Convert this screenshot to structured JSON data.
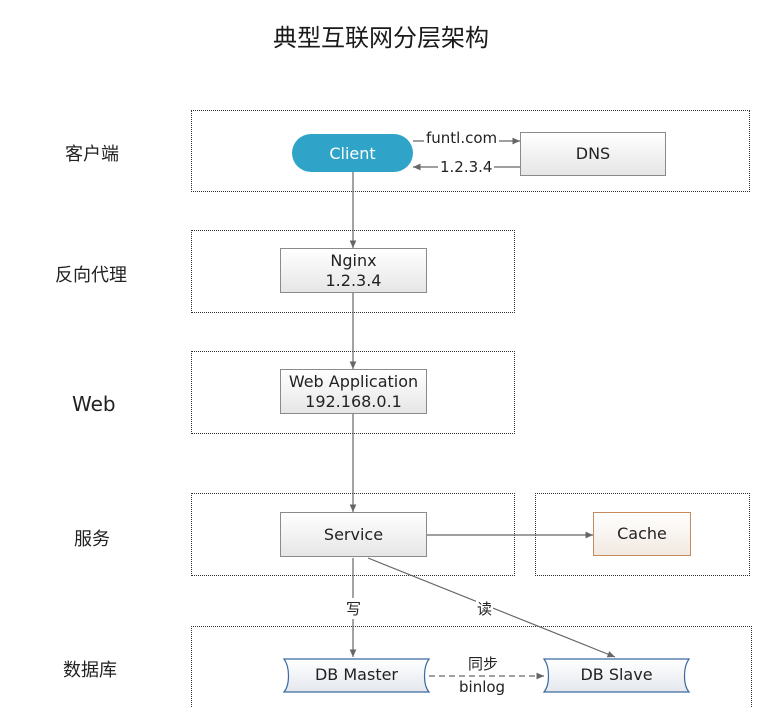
{
  "title": "典型互联网分层架构",
  "layers": {
    "client": "客户端",
    "proxy": "反向代理",
    "web": "Web",
    "service": "服务",
    "database": "数据库"
  },
  "nodes": {
    "client": "Client",
    "dns": "DNS",
    "nginx_name": "Nginx",
    "nginx_ip": "1.2.3.4",
    "webapp_name": "Web Application",
    "webapp_ip": "192.168.0.1",
    "service": "Service",
    "cache": "Cache",
    "db_master": "DB Master",
    "db_slave": "DB Slave"
  },
  "edges": {
    "client_to_dns": "funtl.com",
    "dns_to_client": "1.2.3.4",
    "write": "写",
    "read": "读",
    "sync": "同步",
    "binlog": "binlog"
  },
  "colors": {
    "client_fill": "#2fa4c8",
    "cache_border": "#c78a5a",
    "db_border": "#3b6aa0"
  }
}
